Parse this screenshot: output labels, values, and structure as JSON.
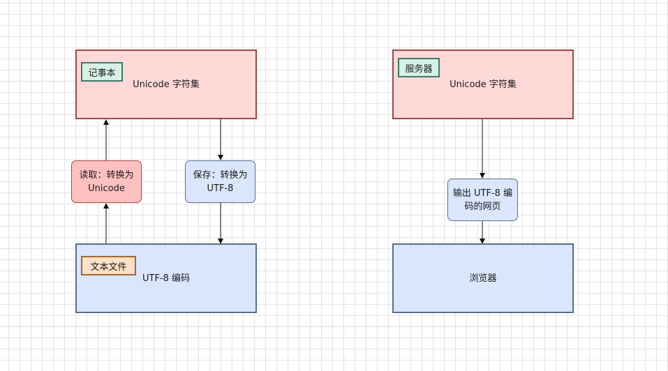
{
  "left": {
    "notepad_box": {
      "tag": "记事本",
      "label": "Unicode 字符集"
    },
    "read_box": {
      "line1": "读取：转换为",
      "line2": "Unicode"
    },
    "save_box": {
      "line1": "保存：转换为",
      "line2": "UTF-8"
    },
    "file_box": {
      "tag": "文本文件",
      "label": "UTF-8 编码"
    }
  },
  "right": {
    "server_box": {
      "tag": "服务器",
      "label": "Unicode 字符集"
    },
    "output_box": {
      "line1": "输出 UTF-8 编",
      "line2": "码的网页"
    },
    "browser_box": {
      "label": "浏览器"
    }
  },
  "colors": {
    "pink_fill": "#ffd8d8",
    "pink_border": "#9e4646",
    "blue_fill": "#dae6fb",
    "blue_border": "#556f92",
    "red_small_fill": "#ffc0c0",
    "green_tag_fill": "#d5f0e5",
    "orange_tag_fill": "#fde0c5"
  }
}
